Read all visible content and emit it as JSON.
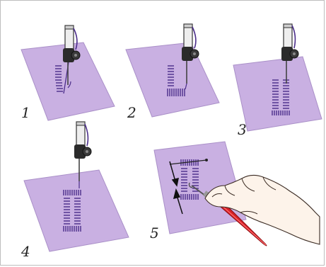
{
  "steps": [
    {
      "label": "1",
      "description_icon": "needle-stitching-left-bar"
    },
    {
      "label": "2",
      "description_icon": "needle-stitching-bottom-bartack"
    },
    {
      "label": "3",
      "description_icon": "needle-stitching-right-bar"
    },
    {
      "label": "4",
      "description_icon": "needle-stitching-top-bartack"
    },
    {
      "label": "5",
      "description_icon": "seam-ripper-cutting-buttonhole"
    }
  ],
  "colors": {
    "fabric": "#c8aee0",
    "fabric_edge": "#a78cc6",
    "thread": "#4b2d8a",
    "needle_body": "#2a2a2a",
    "needle_bar": "#e6e6e6",
    "ripper_handle": "#d51f26",
    "hand_skin": "#fdf3ea"
  }
}
